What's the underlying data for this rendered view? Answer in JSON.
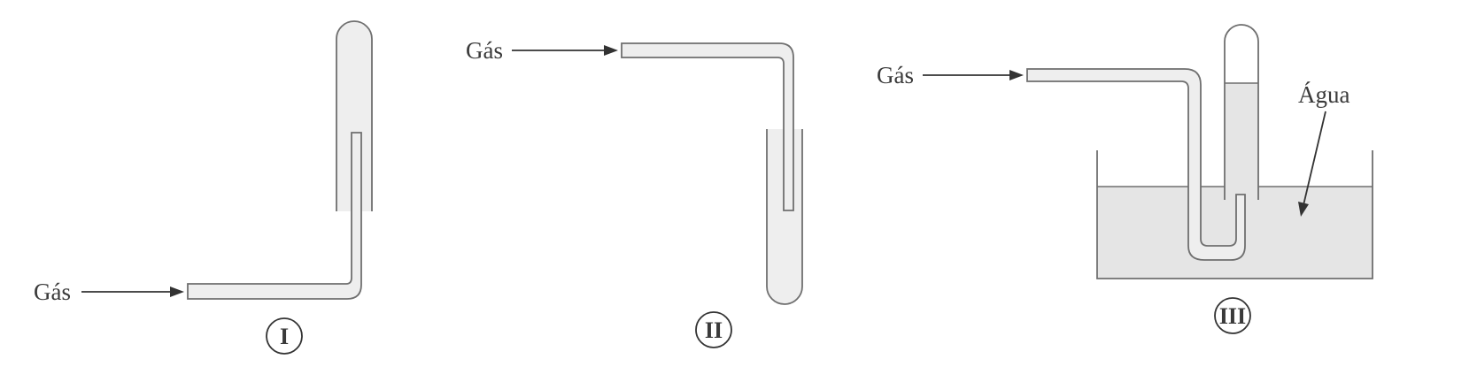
{
  "gas_label": "Gás",
  "water_label": "Água",
  "setups": [
    {
      "numeral": "I"
    },
    {
      "numeral": "II"
    },
    {
      "numeral": "III"
    }
  ]
}
